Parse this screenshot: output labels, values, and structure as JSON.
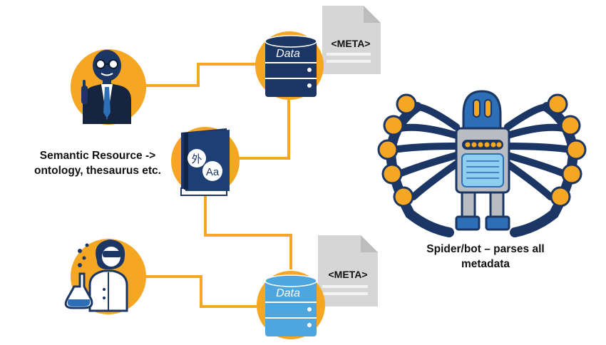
{
  "nodes": {
    "data_top": {
      "label": "Data",
      "meta": "<META>"
    },
    "data_bottom": {
      "label": "Data",
      "meta": "<META>"
    },
    "book": {
      "glyph_cjk": "外",
      "glyph_latin": "Aa"
    }
  },
  "labels": {
    "semantic_line1": "Semantic Resource ->",
    "semantic_line2": "ontology, thesaurus etc.",
    "spider_line1": "Spider/bot – parses all",
    "spider_line2": "metadata"
  },
  "colors": {
    "accent_orange": "#F5A623",
    "connector": "#F5A623",
    "navy": "#1B3664",
    "blue": "#2C6FB6",
    "light_blue": "#4EA6DE",
    "document_grey": "#D6D6D6",
    "robot_grey": "#B9BDC1"
  }
}
